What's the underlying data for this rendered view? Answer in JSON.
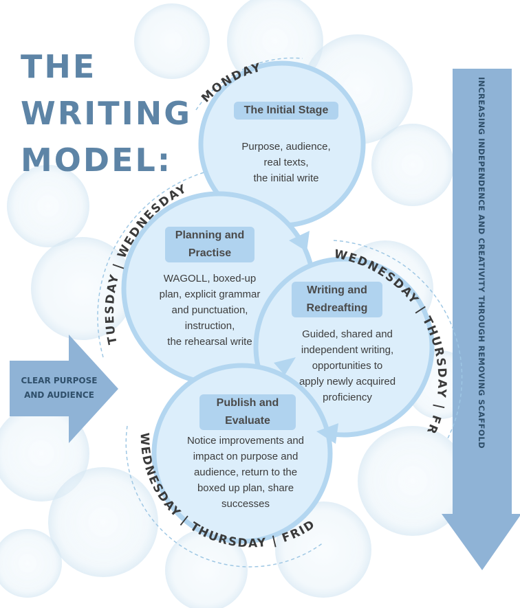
{
  "title": {
    "line1": "THE",
    "line2": "WRITING",
    "line3": "MODEL:"
  },
  "colors": {
    "title": "#5d84a6",
    "circle_fill": "#dceefb",
    "circle_stroke": "#b3d6f0",
    "arrow_fill": "#8fb3d6",
    "label_dark": "#3a3a3a"
  },
  "side_arrow": {
    "line1": "CLEAR PURPOSE",
    "line2": "AND AUDIENCE"
  },
  "vertical_arrow": {
    "label": "INCREASING INDEPENDENCE AND CREATIVITY THROUGH REMOVING SCAFFOLD"
  },
  "days": {
    "monday": "MONDAY",
    "tuesday_wednesday": "TUESDAY | WEDNESDAY",
    "wed_thu_fri_right": "WEDNESDAY | THURSDAY | FRIDAY",
    "wed_thu_fri_bottom": "WEDNESDAY | THURSDAY | FRIDAY"
  },
  "stages": {
    "initial": {
      "title": "The Initial Stage",
      "line1": "Purpose, audience,",
      "line2": "real texts,",
      "line3": "the initial write"
    },
    "planning": {
      "title1": "Planning and",
      "title2": "Practise",
      "line1": "WAGOLL, boxed-up",
      "line2": "plan, explicit grammar",
      "line3": "and punctuation,",
      "line4": "instruction,",
      "line5": "the rehearsal write"
    },
    "writing": {
      "title1": "Writing and",
      "title2": "Redreafting",
      "line1": "Guided, shared and",
      "line2": "independent writing,",
      "line3": "opportunities to",
      "line4": "apply newly acquired",
      "line5": "proficiency"
    },
    "publish": {
      "title1": "Publish and",
      "title2": "Evaluate",
      "line1": "Notice improvements and",
      "line2": "impact on purpose and",
      "line3": "audience, return to the",
      "line4": "boxed up plan, share",
      "line5": "successes"
    }
  }
}
